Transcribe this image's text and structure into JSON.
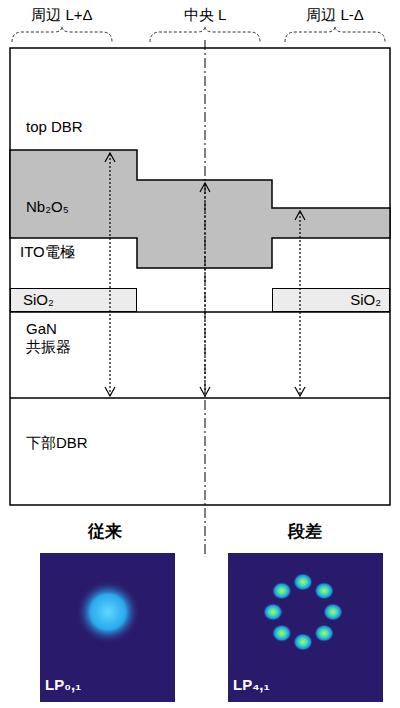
{
  "diagram": {
    "nodes": [
      {
        "text": [
          "top DBR"
        ]
      },
      {
        "text": [
          "Nb₂O₅"
        ]
      },
      {
        "text": [
          "ITO電極"
        ]
      },
      {
        "text": [
          "SiO₂"
        ]
      },
      {
        "text": [
          "SiO₂"
        ]
      },
      {
        "text": [
          "GaN 共振器"
        ]
      },
      {
        "text": [
          "下部DBR"
        ]
      }
    ],
    "labels": [
      "周辺 L+Δ",
      "中央 L",
      "周辺 L-Δ",
      "従来",
      "段差",
      "LP₀,₁",
      "LP₄,₁"
    ]
  }
}
